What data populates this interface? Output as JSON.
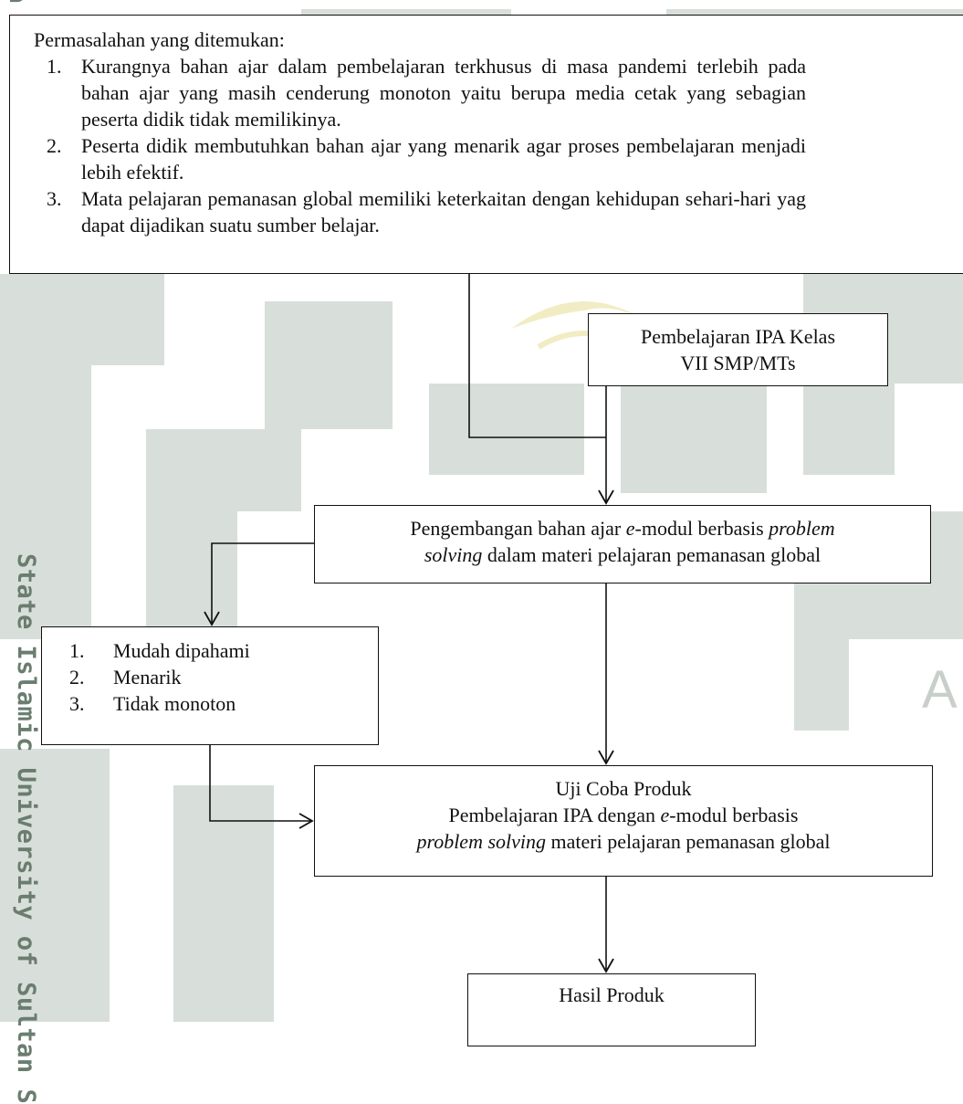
{
  "watermark": {
    "side_text": "State Islamic University of Sultan S",
    "top_letter": "a",
    "au_text": "AU"
  },
  "problems_box": {
    "heading": "Permasalahan yang ditemukan:",
    "items": [
      {
        "num": "1.",
        "text": "Kurangnya bahan ajar dalam pembelajaran terkhusus di masa pandemi terlebih pada bahan ajar yang masih cenderung monoton yaitu berupa media cetak yang sebagian peserta didik tidak memilikinya."
      },
      {
        "num": "2.",
        "text": "Peserta didik membutuhkan bahan ajar yang menarik agar proses pembelajaran menjadi lebih efektif."
      },
      {
        "num": "3.",
        "text": "Mata pelajaran pemanasan global memiliki keterkaitan dengan kehidupan sehari-hari yag dapat dijadikan suatu sumber belajar."
      }
    ]
  },
  "ipa_box": {
    "line1": "Pembelajaran IPA Kelas",
    "line2": "VII SMP/MTs"
  },
  "development_box": {
    "part1": "Pengembangan bahan ajar ",
    "part2_italic": "e",
    "part3": "-modul berbasis ",
    "part4_italic": "problem",
    "part5_italic": "solving",
    "part6": " dalam materi pelajaran pemanasan global"
  },
  "traits_box": {
    "items": [
      {
        "num": "1.",
        "text": "Mudah dipahami"
      },
      {
        "num": "2.",
        "text": "Menarik"
      },
      {
        "num": "3.",
        "text": "Tidak monoton"
      }
    ]
  },
  "trial_box": {
    "title": "Uji Coba Produk",
    "part1": "Pembelajaran IPA dengan ",
    "part2_italic": "e",
    "part3": "-modul berbasis",
    "part4_italic": "problem solving",
    "part5": " materi pelajaran pemanasan global"
  },
  "result_box": {
    "title": "Hasil Produk"
  },
  "colors": {
    "watermark_green": "#d4dcd6",
    "watermark_yellow": "#f2ecc4",
    "side_text": "#6a7d6f",
    "line": "#111111"
  }
}
